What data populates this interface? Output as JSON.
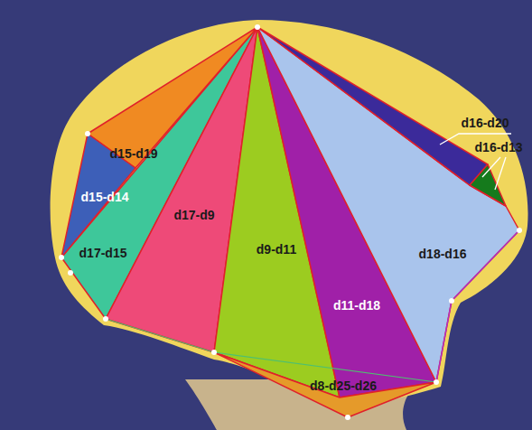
{
  "diagram": {
    "labels": [
      "d15-d19",
      "d15-d14",
      "d17-d9",
      "d17-d15",
      "d9-d11",
      "d11-d18",
      "d18-d16",
      "d16-d20",
      "d16-d13",
      "d8-d25-d26"
    ]
  }
}
